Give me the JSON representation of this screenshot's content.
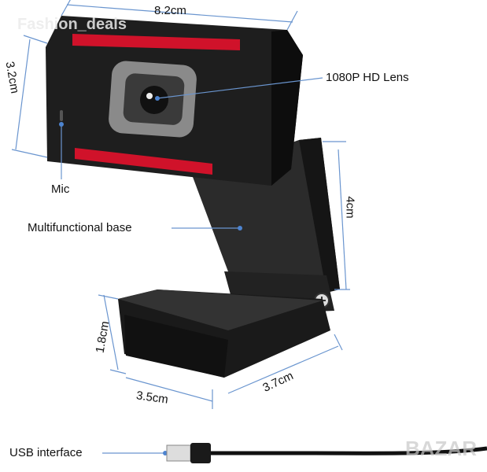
{
  "watermarks": {
    "top_left": "Fashion_deals",
    "bottom_right": "BAZAR"
  },
  "dimensions": {
    "width": "8.2cm",
    "height": "3.2cm",
    "base_height": "4cm",
    "foot_height": "1.8cm",
    "foot_depth": "3.5cm",
    "foot_width": "3.7cm"
  },
  "callouts": {
    "lens": "1080P HD Lens",
    "mic": "Mic",
    "base": "Multifunctional base",
    "usb": "USB interface"
  },
  "colors": {
    "accent_red": "#d0122a",
    "dimension_line": "#6a95cf",
    "body": "#1e1e1e"
  }
}
